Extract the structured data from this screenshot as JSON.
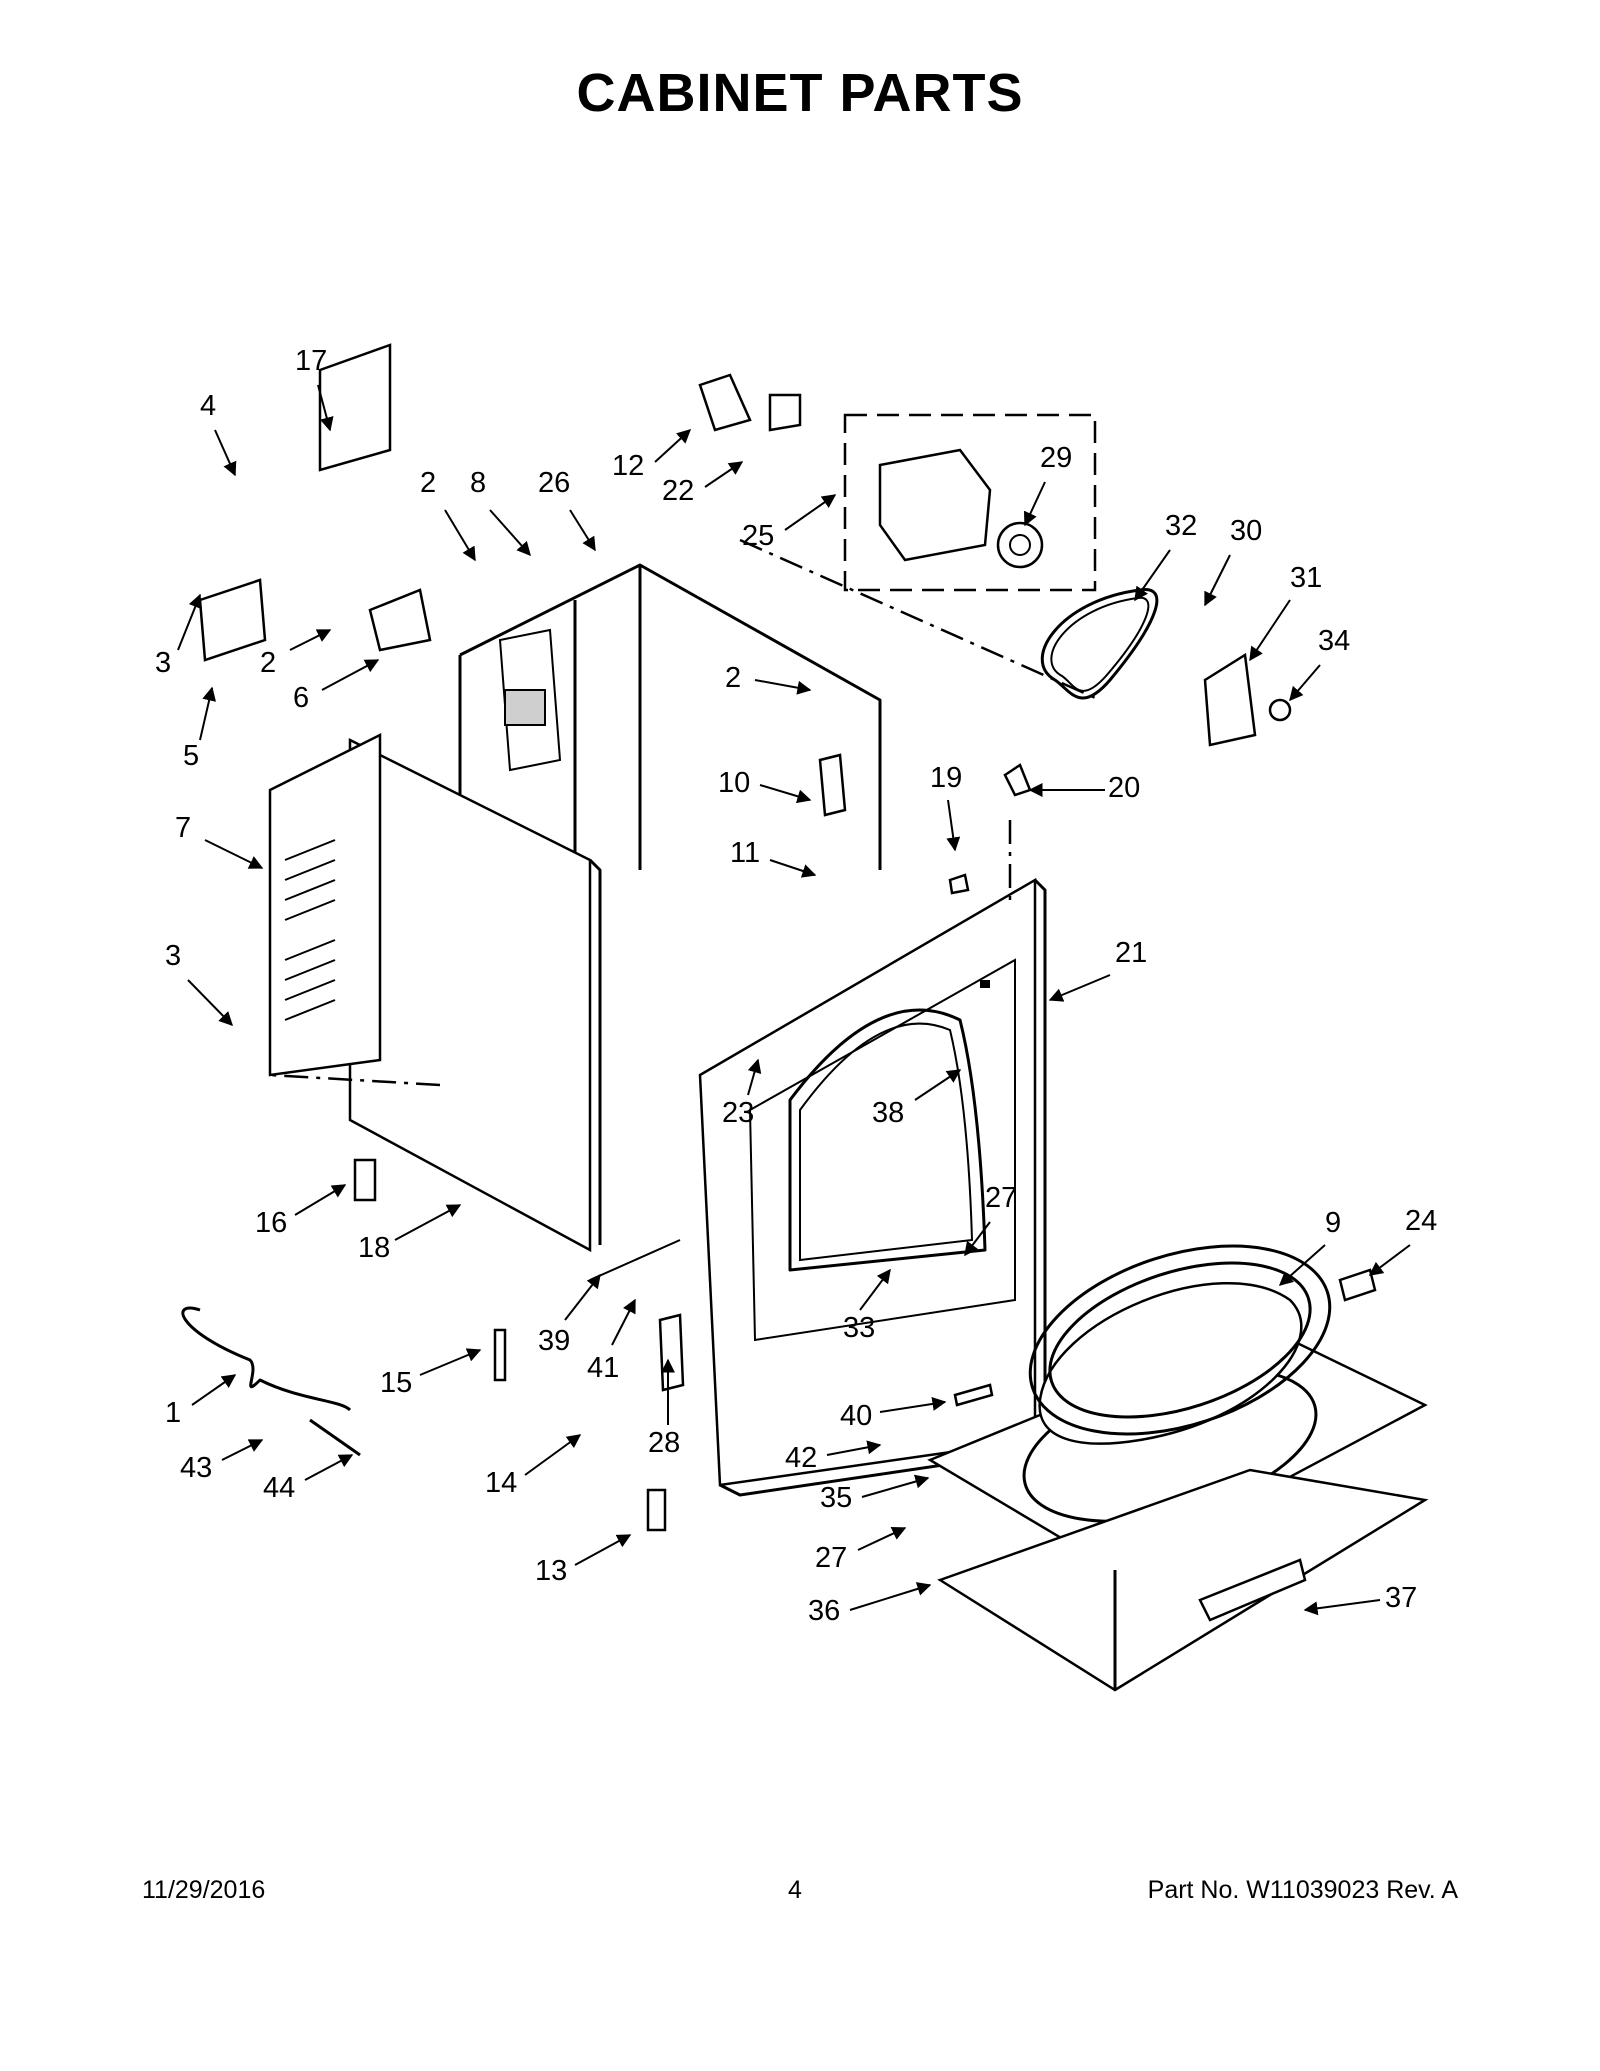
{
  "page": {
    "title": "CABINET PARTS",
    "footer_date": "11/29/2016",
    "footer_page": "4",
    "footer_part": "Part No.  W11039023  Rev.  A"
  },
  "callouts": [
    "1",
    "2",
    "2",
    "2",
    "3",
    "3",
    "4",
    "5",
    "6",
    "7",
    "8",
    "9",
    "10",
    "11",
    "12",
    "13",
    "14",
    "15",
    "16",
    "17",
    "18",
    "19",
    "20",
    "21",
    "22",
    "23",
    "24",
    "25",
    "26",
    "27",
    "27",
    "28",
    "29",
    "30",
    "31",
    "32",
    "33",
    "34",
    "35",
    "36",
    "37",
    "38",
    "39",
    "40",
    "41",
    "42",
    "43",
    "44"
  ]
}
